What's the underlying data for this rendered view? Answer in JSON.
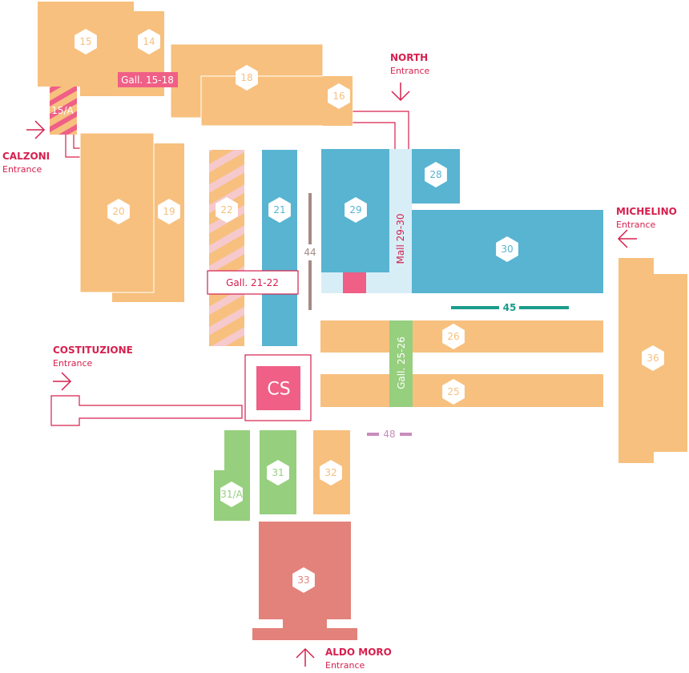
{
  "colors": {
    "orange": "#f7c07e",
    "blue": "#58b4d1",
    "light_blue": "#d8eef7",
    "green": "#96cf7e",
    "salmon": "#e2827a",
    "pink": "#ef5f86",
    "magenta": "#d6204e",
    "teal": "#1c9c8c",
    "mauve": "#c88cbc",
    "brown_gray": "#a68a86"
  },
  "halls": {
    "h15": "15",
    "h14": "14",
    "h18": "18",
    "h16": "16",
    "h15a": "15/A",
    "h20": "20",
    "h19": "19",
    "h22": "22",
    "h21": "21",
    "h29": "29",
    "h28": "28",
    "h30": "30",
    "h36": "36",
    "h26": "26",
    "h25": "25",
    "h31": "31",
    "h31a": "31/A",
    "h32": "32",
    "h33": "33"
  },
  "galleries": {
    "g1518": "Gall. 15-18",
    "g2122": "Gall. 21-22",
    "m2930": "Mall 29-30",
    "g2526": "Gall. 25-26",
    "cs": "CS",
    "c44": "44",
    "c45": "45",
    "c48": "48"
  },
  "entrances": {
    "north": {
      "name": "NORTH",
      "sub": "Entrance"
    },
    "calzoni": {
      "name": "CALZONI",
      "sub": "Entrance"
    },
    "michelino": {
      "name": "MICHELINO",
      "sub": "Entrance"
    },
    "costituzione": {
      "name": "COSTITUZIONE",
      "sub": "Entrance"
    },
    "aldo_moro": {
      "name": "ALDO MORO",
      "sub": "Entrance"
    }
  }
}
